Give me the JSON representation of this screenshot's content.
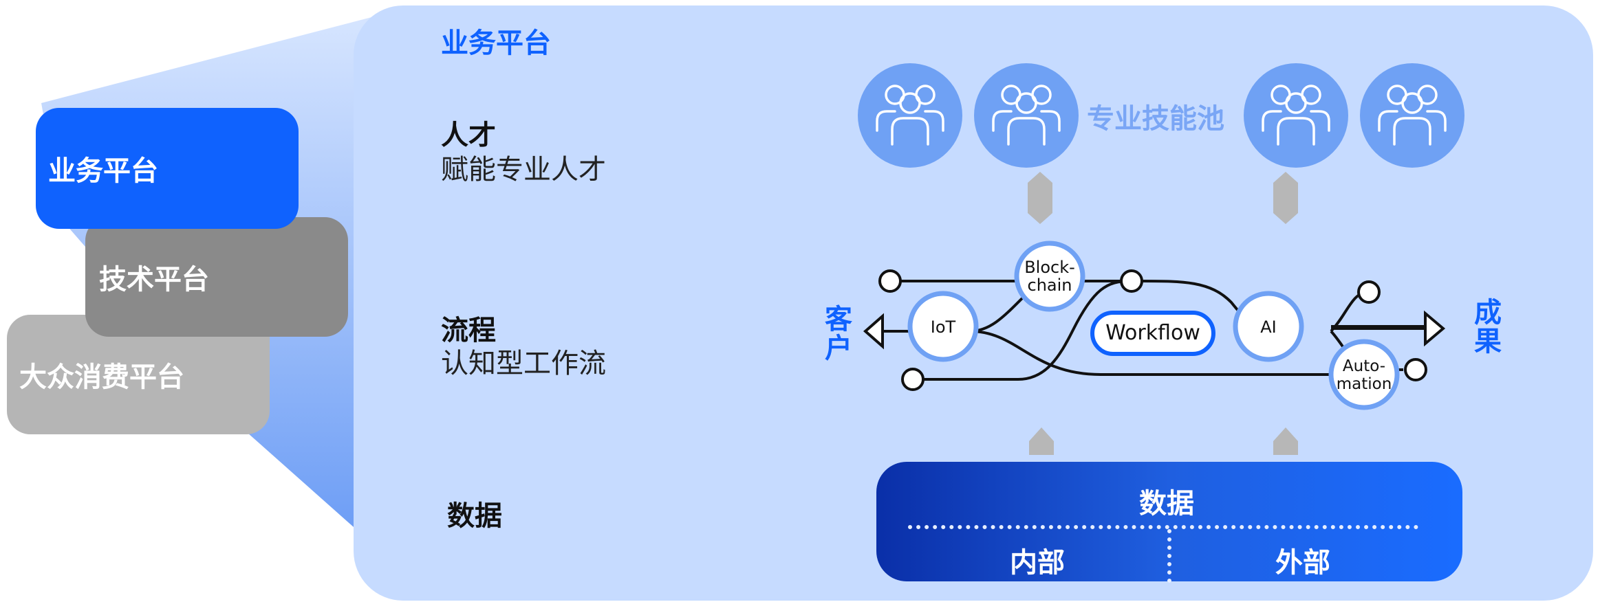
{
  "colors": {
    "brand_blue": "#0f62fe",
    "panel": "#c6dbff",
    "pool_circle": "#6fa1f4",
    "tech_gray": "#8a8a8a",
    "consumer_gray": "#b5b5b5",
    "connector_gray": "#b7b7b7"
  },
  "left_stack": {
    "business": "业务平台",
    "technology": "技术平台",
    "consumer": "大众消费平台"
  },
  "panel": {
    "title": "业务平台",
    "talent": {
      "heading": "人才",
      "sub": "赋能专业人才"
    },
    "process": {
      "heading": "流程",
      "sub": "认知型工作流"
    },
    "data": {
      "heading": "数据"
    }
  },
  "talent_pool": {
    "label": "专业技能池",
    "icon": "people-group-icon"
  },
  "workflow": {
    "customer": "客户",
    "outcome": "成果",
    "nodes": {
      "iot": "IoT",
      "blockchain_1": "Block-",
      "blockchain_2": "chain",
      "workflow": "Workflow",
      "ai": "AI",
      "automation_1": "Auto-",
      "automation_2": "mation"
    }
  },
  "data_box": {
    "title": "数据",
    "internal": "内部",
    "external": "外部"
  }
}
